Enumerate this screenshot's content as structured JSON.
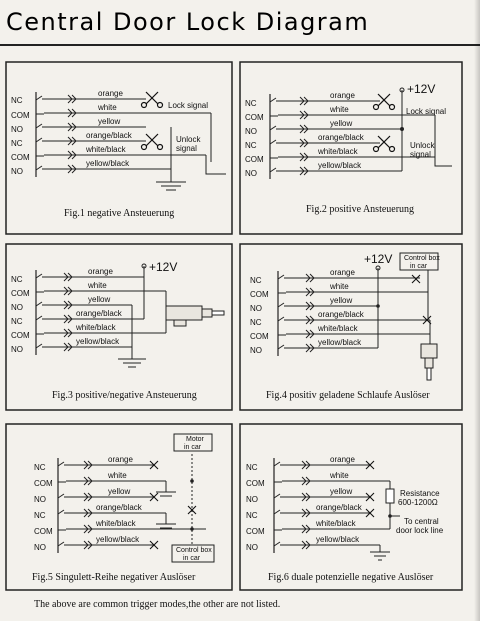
{
  "title": "Central Door Lock Diagram",
  "footer": "The above are common trigger modes,the other are not listed.",
  "pin_labels": [
    "NC",
    "COM",
    "NO",
    "NC",
    "COM",
    "NO"
  ],
  "wire_labels": [
    "orange",
    "white",
    "yellow",
    "orange/black",
    "white/black",
    "yellow/black"
  ],
  "voltage": "+12V",
  "diagrams": [
    {
      "caption": "Fig.1 negative Ansteuerung",
      "notes": [
        "Lock signal",
        "Unlock",
        "signal"
      ]
    },
    {
      "caption": "Fig.2 positive Ansteuerung",
      "notes": [
        "Lock signal",
        "Unlock",
        "signal"
      ]
    },
    {
      "caption": "Fig.3 positive/negative Ansteuerung",
      "notes": []
    },
    {
      "caption": "Fig.4 positiv geladene Schlaufe Auslöser",
      "notes": [
        "Control box",
        "in car"
      ]
    },
    {
      "caption": "Fig.5 Singulett-Reihe negativer Auslöser",
      "notes": [
        "Motor",
        "in car",
        "Control box",
        "in car"
      ]
    },
    {
      "caption": "Fig.6 duale potenzielle negative Auslöser",
      "notes": [
        "Resistance",
        "600-1200Ω",
        "To central",
        "door lock line"
      ]
    }
  ]
}
